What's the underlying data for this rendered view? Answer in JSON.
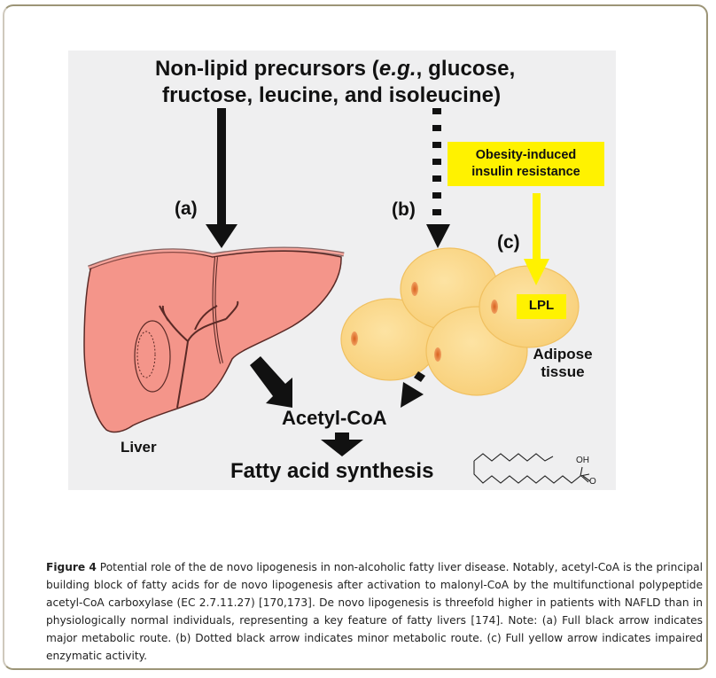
{
  "figure": {
    "title_line1_pre": "Non-lipid precursors (",
    "title_line1_italic": "e.g.",
    "title_line1_post": ", glucose,",
    "title_line2": "fructose, leucine, and isoleucine)",
    "label_a": "(a)",
    "label_b": "(b)",
    "label_c": "(c)",
    "obesity_line1": "Obesity-induced",
    "obesity_line2": "insulin resistance",
    "lpl": "LPL",
    "adipose_line1": "Adipose",
    "adipose_line2": "tissue",
    "liver": "Liver",
    "acetyl_coa": "Acetyl-CoA",
    "fatty_acid_synthesis": "Fatty acid synthesis",
    "molecule_oh": "OH",
    "molecule_o": "O",
    "colors": {
      "panel": "#efeff0",
      "liver": "#f4958a",
      "adipocyte": "#fbd98a",
      "nucleus": "#e0702a",
      "highlight": "#fff200"
    }
  },
  "caption": {
    "label": "Figure 4",
    "text": " Potential role of the de novo lipogenesis in non-alcoholic fatty liver disease. Notably, acetyl-CoA is the principal building block of fatty acids for de novo lipogenesis after activation to malonyl-CoA by the multifunctional polypeptide acetyl-CoA carboxylase (EC 2.7.11.27) [170,173]. De novo lipogenesis is threefold higher in patients with NAFLD than in physiologically normal individuals, representing a key feature of fatty livers [174]. Note: (a) Full black arrow indicates major metabolic route. (b) Dotted black arrow indicates minor metabolic route. (c) Full yellow arrow indicates impaired enzymatic activity."
  }
}
